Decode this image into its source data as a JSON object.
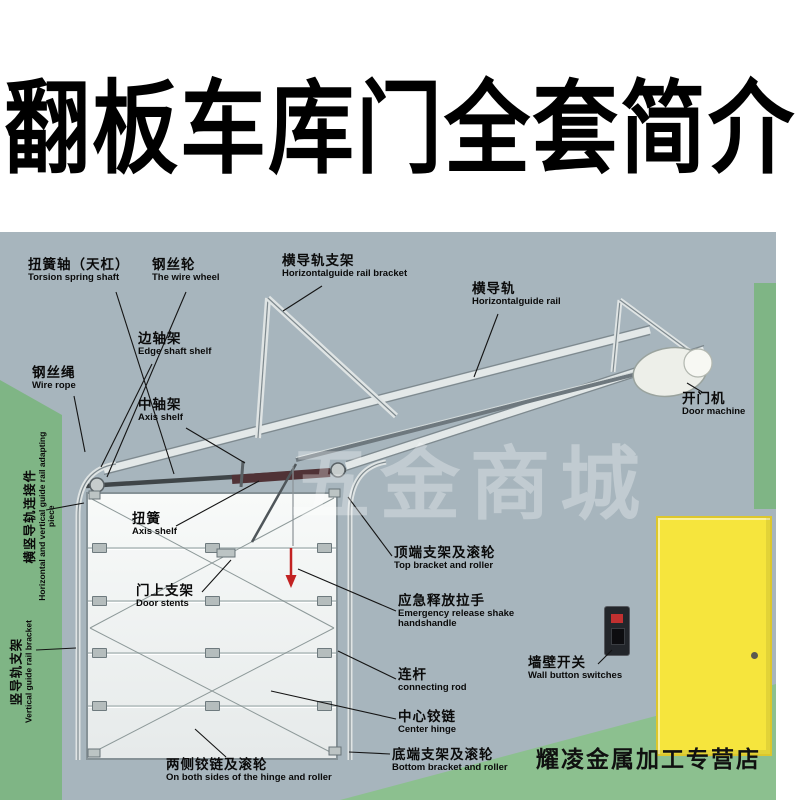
{
  "title": "翻板车库门全套简介",
  "watermark": "五金商城",
  "store_name": "耀凌金属加工专营店",
  "colors": {
    "wall": "#a7b5bd",
    "wall_green": "#7fb585",
    "floor_green": "#8cc08f",
    "door_yellow": "#f6e53d",
    "accent_red": "#c22222"
  },
  "labels": [
    {
      "id": "torsion-spring-shaft",
      "zh": "扭簧轴（天杠）",
      "en": "Torsion spring shaft"
    },
    {
      "id": "wire-wheel",
      "zh": "钢丝轮",
      "en": "The wire wheel"
    },
    {
      "id": "horizontal-guide-rail-bracket",
      "zh": "横导轨支架",
      "en": "Horizontalguide rail bracket"
    },
    {
      "id": "horizontal-guide-rail",
      "zh": "横导轨",
      "en": "Horizontalguide rail"
    },
    {
      "id": "edge-shaft-shelf",
      "zh": "边轴架",
      "en": "Edge shaft shelf"
    },
    {
      "id": "wire-rope",
      "zh": "钢丝绳",
      "en": "Wire rope"
    },
    {
      "id": "axis-shelf",
      "zh": "中轴架",
      "en": "Axis shelf"
    },
    {
      "id": "door-machine",
      "zh": "开门机",
      "en": "Door machine"
    },
    {
      "id": "torsion-spring",
      "zh": "扭簧",
      "en": "Axis shelf"
    },
    {
      "id": "top-bracket-roller",
      "zh": "顶端支架及滚轮",
      "en": "Top bracket and roller"
    },
    {
      "id": "door-stents",
      "zh": "门上支架",
      "en": "Door stents"
    },
    {
      "id": "emergency-release",
      "zh": "应急释放拉手",
      "en": "Emergency release shake handshandle"
    },
    {
      "id": "wall-switch",
      "zh": "墙壁开关",
      "en": "Wall button switches"
    },
    {
      "id": "connecting-rod",
      "zh": "连杆",
      "en": "connecting rod"
    },
    {
      "id": "center-hinge",
      "zh": "中心铰链",
      "en": "Center hinge"
    },
    {
      "id": "bottom-bracket-roller",
      "zh": "底端支架及滚轮",
      "en": "Bottom bracket and roller"
    },
    {
      "id": "side-hinges-rollers",
      "zh": "两侧铰链及滚轮",
      "en": "On both sides of the hinge and roller"
    },
    {
      "id": "rail-adapting-piece",
      "zh": "横竖导轨连接件",
      "en": "Horizontal and vertical guide rail adapting piece"
    },
    {
      "id": "vertical-guide-rail-bracket",
      "zh": "竖导轨支架",
      "en": "Vertical guide rail bracket"
    }
  ]
}
